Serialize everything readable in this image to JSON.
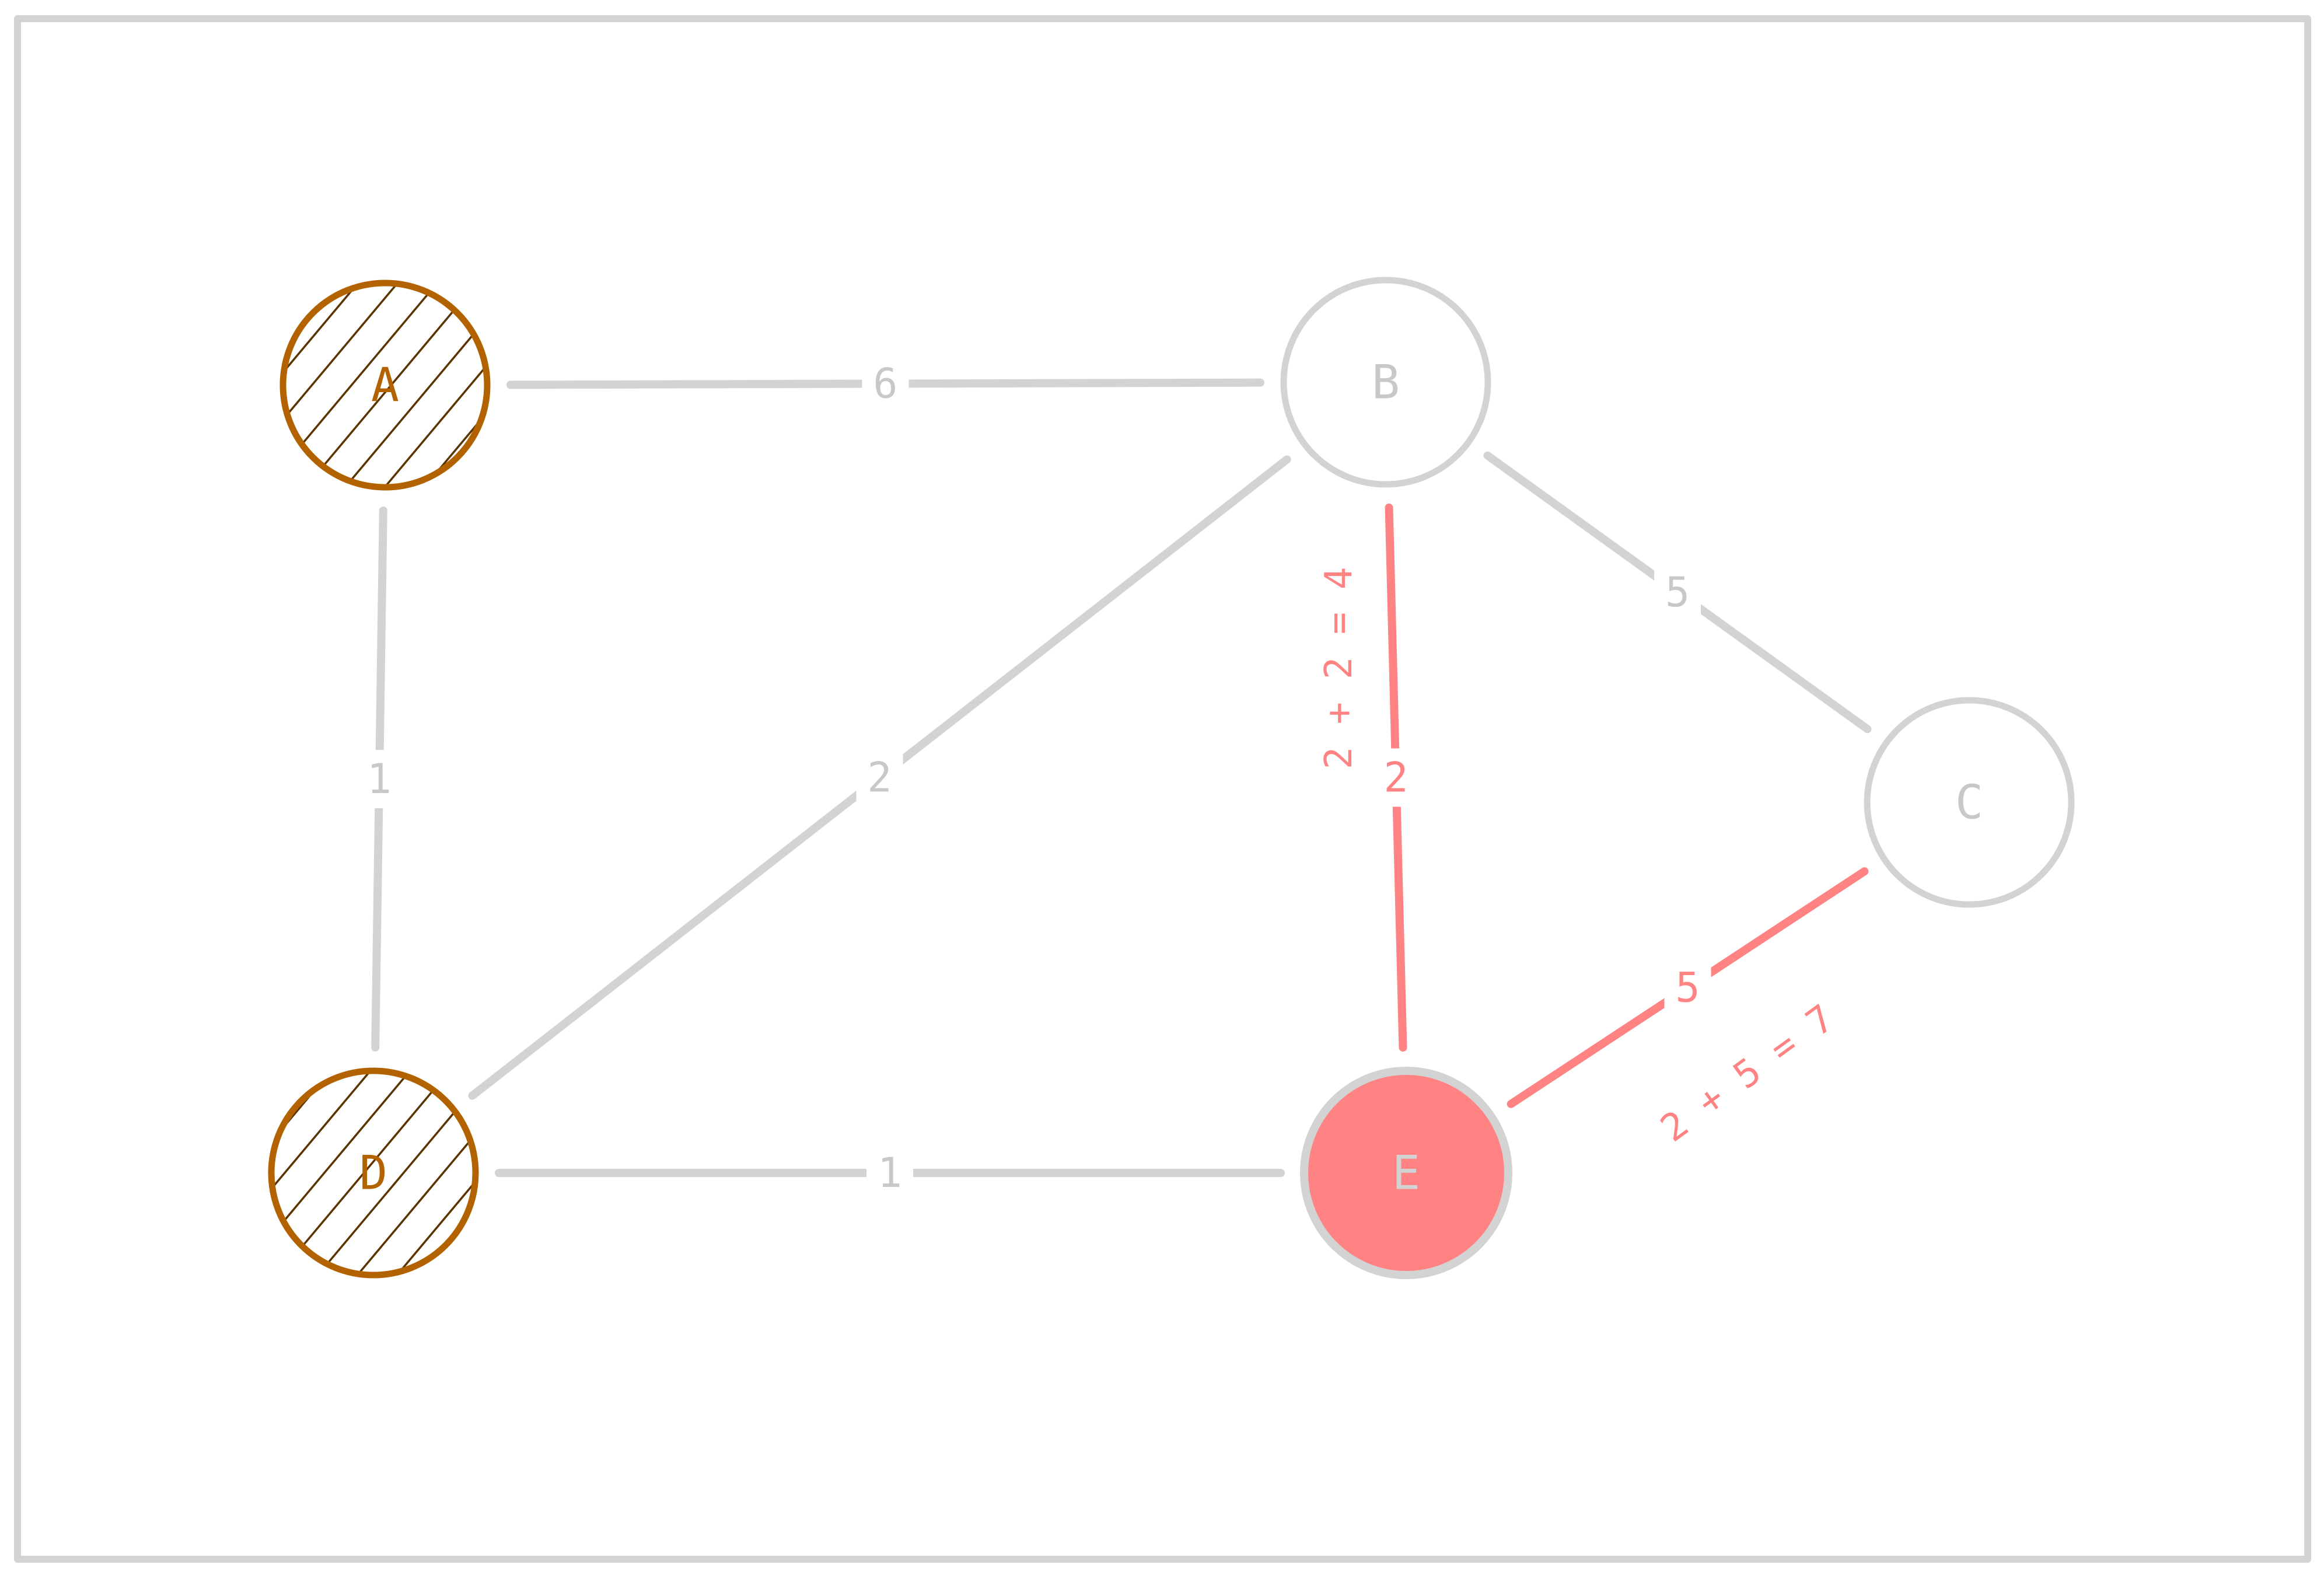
{
  "nodes": [
    {
      "id": "A",
      "label": "A",
      "state": "visited",
      "colors": {
        "stroke": "#b36200",
        "hatch": "#5a3300"
      }
    },
    {
      "id": "B",
      "label": "B",
      "state": "default",
      "colors": {
        "stroke": "#d3d3d3"
      }
    },
    {
      "id": "C",
      "label": "C",
      "state": "default",
      "colors": {
        "stroke": "#d3d3d3"
      }
    },
    {
      "id": "D",
      "label": "D",
      "state": "visited",
      "colors": {
        "stroke": "#b36200",
        "hatch": "#5a3300"
      }
    },
    {
      "id": "E",
      "label": "E",
      "state": "current",
      "colors": {
        "fill": "#ff8383",
        "stroke": "#d3d3d3"
      }
    }
  ],
  "edges": [
    {
      "id": "A-B",
      "from": "A",
      "to": "B",
      "weight": "6",
      "highlight": false
    },
    {
      "id": "A-D",
      "from": "A",
      "to": "D",
      "weight": "1",
      "highlight": false
    },
    {
      "id": "B-D",
      "from": "B",
      "to": "D",
      "weight": "2",
      "highlight": false
    },
    {
      "id": "B-C",
      "from": "B",
      "to": "C",
      "weight": "5",
      "highlight": false
    },
    {
      "id": "D-E",
      "from": "D",
      "to": "E",
      "weight": "1",
      "highlight": false
    },
    {
      "id": "B-E",
      "from": "B",
      "to": "E",
      "weight": "2",
      "highlight": true
    },
    {
      "id": "C-E",
      "from": "C",
      "to": "E",
      "weight": "5",
      "highlight": true
    }
  ],
  "annotations": {
    "be": "2 + 2 = 4",
    "ce": "2 + 5 = 7"
  },
  "colors": {
    "edge": "#d3d3d3",
    "highlight": "#ff8383",
    "visited": "#b36200",
    "frame": "#d3d3d3"
  }
}
